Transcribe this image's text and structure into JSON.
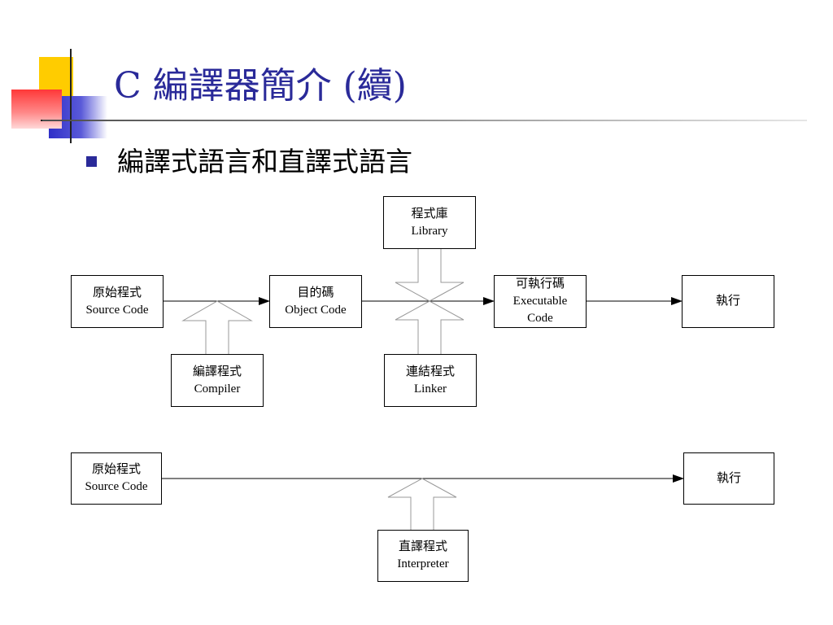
{
  "slide": {
    "title": "C 編譯器簡介 (續)",
    "bullet": "編譯式語言和直譯式語言"
  },
  "compiled_flow": {
    "library": {
      "zh": "程式庫",
      "en": "Library"
    },
    "source": {
      "zh": "原始程式",
      "en": "Source Code"
    },
    "object": {
      "zh": "目的碼",
      "en": "Object Code"
    },
    "executable": {
      "zh": "可執行碼",
      "en1": "Executable",
      "en2": "Code"
    },
    "run": {
      "zh": "執行"
    },
    "compiler": {
      "zh": "編譯程式",
      "en": "Compiler"
    },
    "linker": {
      "zh": "連結程式",
      "en": "Linker"
    }
  },
  "interpreted_flow": {
    "source": {
      "zh": "原始程式",
      "en": "Source Code"
    },
    "run": {
      "zh": "執行"
    },
    "interpreter": {
      "zh": "直譯程式",
      "en": "Interpreter"
    }
  },
  "colors": {
    "title": "#2a2a99",
    "deco_yellow": "#ffcc00",
    "deco_blue": "#3333cc",
    "deco_red": "#ff4040"
  }
}
